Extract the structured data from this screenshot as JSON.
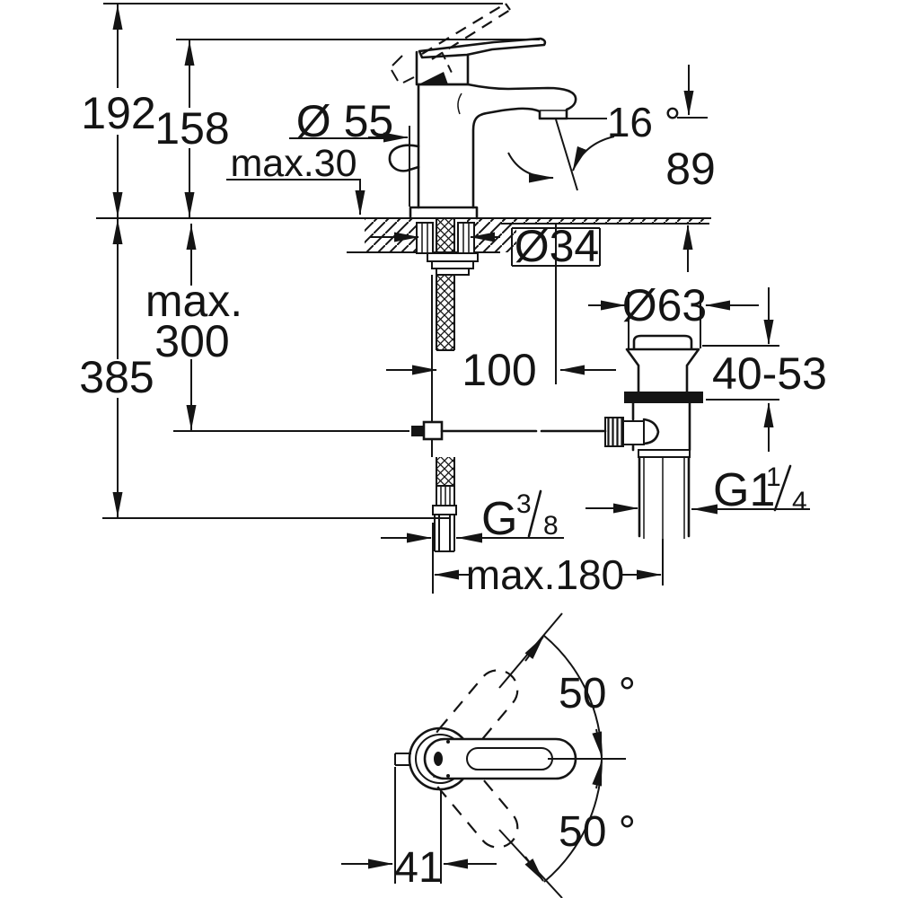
{
  "drawing": {
    "type": "faucet-installation-dimension-diagram",
    "background_color": "#ffffff",
    "line_color": "#141414"
  },
  "labels": {
    "overall_height": "192",
    "height_to_lever": "158",
    "base_diameter": "Ø 55",
    "max_deck_thickness": "max.30",
    "spout_angle": "16 °",
    "spout_outlet_height": "89",
    "required_hole_diameter": "Ø34",
    "max_hose_drop_line1": "max.",
    "max_hose_drop_line2": "300",
    "max_overall_drop": "385",
    "hose_to_spout_offset": "100",
    "waste_flange_diameter": "Ø63",
    "waste_deck_range": "40-53",
    "drain_thread_base": "G1",
    "drain_thread_numerator": "1",
    "drain_thread_denominator": "4",
    "supply_thread_base": "G",
    "supply_thread_numerator": "3",
    "supply_thread_denominator": "8",
    "max_centre_distance": "max.180",
    "handle_swing_upper": "50 °",
    "handle_swing_lower": "50 °",
    "handle_hub_offset": "41"
  }
}
